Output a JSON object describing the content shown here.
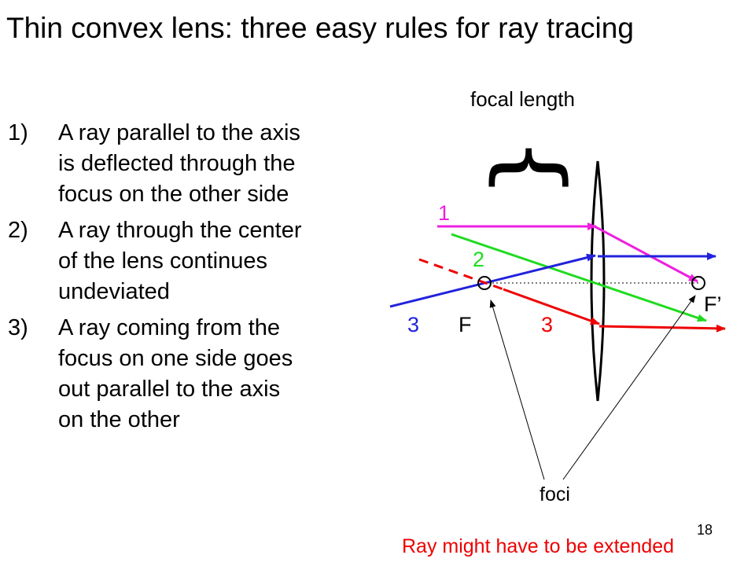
{
  "title": "Thin convex lens: three easy rules for ray tracing",
  "rules": [
    {
      "num": "1)",
      "lines": [
        "A ray parallel to the axis",
        "is deflected through the",
        "focus on the other side"
      ]
    },
    {
      "num": "2)",
      "lines": [
        "A ray through the center",
        "of the lens continues",
        "undeviated"
      ]
    },
    {
      "num": "3)",
      "lines": [
        "A ray coming from the",
        "focus on one side goes",
        "out parallel to the axis",
        "on the other"
      ]
    }
  ],
  "diagram": {
    "focal_length_label": "focal length",
    "brace_glyph": "}",
    "ray_labels": {
      "ray1": "1",
      "ray2": "2",
      "ray3_left": "3",
      "ray3_right": "3"
    },
    "focus_left_label": "F",
    "focus_right_label": "F’",
    "foci_label": "foci",
    "colors": {
      "ray1": "#ee1fe0",
      "ray2": "#1fdb1f",
      "ray3_blue": "#2222dd",
      "ray3_red": "#ee0000",
      "lens": "#000000"
    }
  },
  "page_number": "18",
  "note": "Ray might have to be extended"
}
